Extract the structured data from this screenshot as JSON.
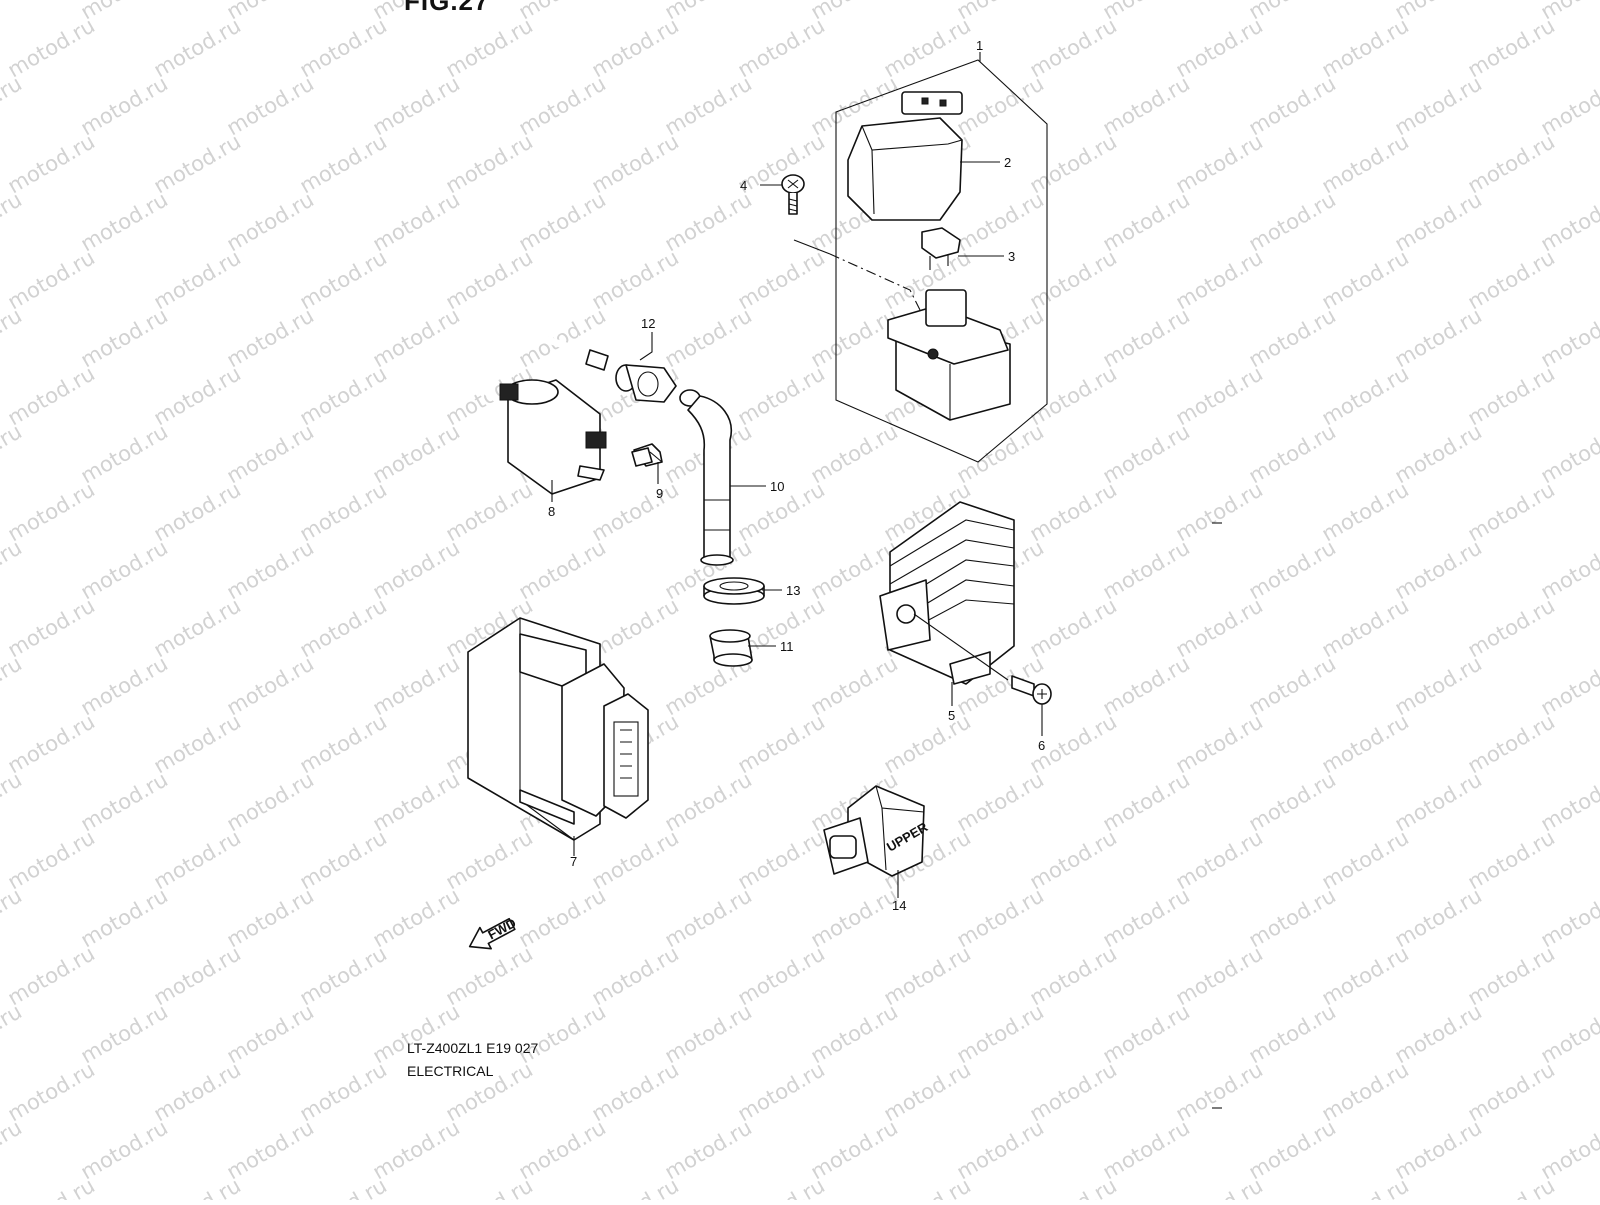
{
  "diagram": {
    "figure_title": "FIG.27",
    "model_code": "LT-Z400ZL1 E19  027",
    "section_title": "ELECTRICAL",
    "watermark_text": "motod.ru",
    "connector_marking": "UPPER",
    "fwd_marking": "FWD",
    "callouts": [
      "1",
      "2",
      "3",
      "4",
      "5",
      "6",
      "7",
      "8",
      "9",
      "10",
      "11",
      "12",
      "13",
      "14"
    ]
  }
}
